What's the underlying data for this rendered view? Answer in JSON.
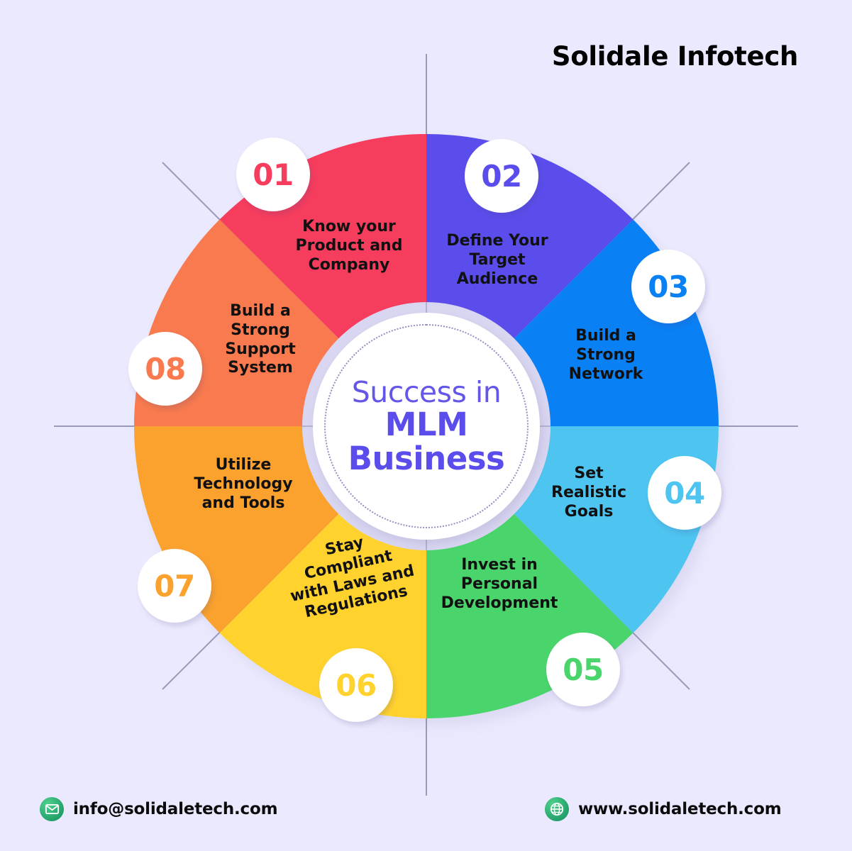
{
  "brand": {
    "title": "Solidale Infotech"
  },
  "center": {
    "line1": "Success in",
    "line2": "MLM",
    "line3": "Business",
    "accent_color": "#5b4deb"
  },
  "wheel": {
    "background_color": "#ebe9fd",
    "segments": [
      {
        "number": "01",
        "label": "Know your\nProduct and\nCompany",
        "color": "#f73d5e",
        "badge_text_color": "#f73d5e"
      },
      {
        "number": "02",
        "label": "Define Your\nTarget\nAudience",
        "color": "#5b4deb",
        "badge_text_color": "#5b4deb"
      },
      {
        "number": "03",
        "label": "Build a\nStrong\nNetwork",
        "color": "#0a80f5",
        "badge_text_color": "#0a80f5"
      },
      {
        "number": "04",
        "label": "Set\nRealistic\nGoals",
        "color": "#4ec4f0",
        "badge_text_color": "#4ec4f0"
      },
      {
        "number": "05",
        "label": "Invest in\nPersonal\nDevelopment",
        "color": "#4ad56c",
        "badge_text_color": "#4ad56c"
      },
      {
        "number": "06",
        "label": "Stay\nCompliant\nwith Laws and\nRegulations",
        "color": "#ffd22e",
        "badge_text_color": "#ffd22e"
      },
      {
        "number": "07",
        "label": "Utilize\nTechnology\nand Tools",
        "color": "#fba22e",
        "badge_text_color": "#fba22e"
      },
      {
        "number": "08",
        "label": "Build a\nStrong\nSupport\nSystem",
        "color": "#f87a4e",
        "badge_text_color": "#f87a4e"
      }
    ]
  },
  "footer": {
    "email": "info@solidaletech.com",
    "website": "www.solidaletech.com",
    "icon_color": "#22a06a"
  }
}
